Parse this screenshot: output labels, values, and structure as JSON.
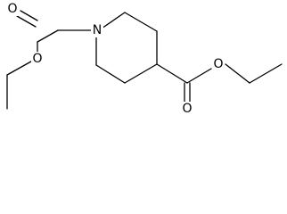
{
  "structure": {
    "atoms": {
      "nitrogen": "N",
      "carbonyl_oxygen_left": "O",
      "ether_oxygen_left": "O",
      "carbonyl_oxygen_right": "O",
      "ether_oxygen_right": "O"
    },
    "bond_color": "#000000",
    "background": "#ffffff"
  }
}
